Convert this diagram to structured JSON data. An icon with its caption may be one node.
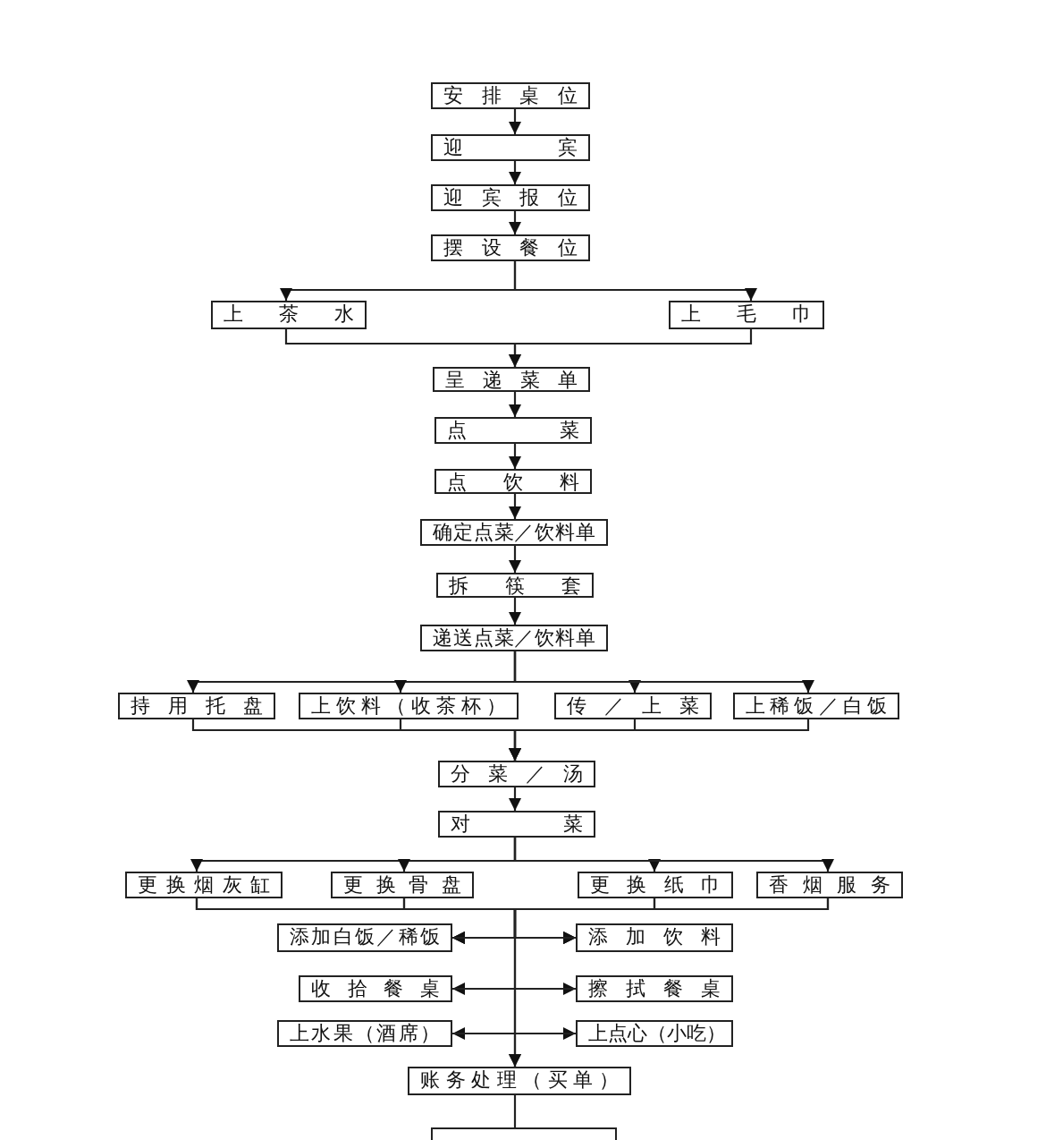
{
  "diagram": {
    "nodes": [
      {
        "text": [
          "安排桌位"
        ]
      },
      {
        "text": [
          "迎宾"
        ]
      },
      {
        "text": [
          "迎宾报位"
        ]
      },
      {
        "text": [
          "摆设餐位"
        ]
      },
      {
        "text": [
          "上茶水"
        ]
      },
      {
        "text": [
          "上毛巾"
        ]
      },
      {
        "text": [
          "呈递菜单"
        ]
      },
      {
        "text": [
          "点菜"
        ]
      },
      {
        "text": [
          "点饮料"
        ]
      },
      {
        "text": [
          "确定点菜／饮料单"
        ]
      },
      {
        "text": [
          "拆筷套"
        ]
      },
      {
        "text": [
          "递送点菜／饮料单"
        ]
      },
      {
        "text": [
          "持用托盘"
        ]
      },
      {
        "text": [
          "上饮料（收茶杯）"
        ]
      },
      {
        "text": [
          "传／上菜"
        ]
      },
      {
        "text": [
          "上稀饭／白饭"
        ]
      },
      {
        "text": [
          "分菜／汤"
        ]
      },
      {
        "text": [
          "对菜"
        ]
      },
      {
        "text": [
          "更换烟灰缸"
        ]
      },
      {
        "text": [
          "更换骨盘"
        ]
      },
      {
        "text": [
          "更换纸巾"
        ]
      },
      {
        "text": [
          "香烟服务"
        ]
      },
      {
        "text": [
          "添加白饭／稀饭"
        ]
      },
      {
        "text": [
          "添加饮料"
        ]
      },
      {
        "text": [
          "收拾餐桌"
        ]
      },
      {
        "text": [
          "擦拭餐桌"
        ]
      },
      {
        "text": [
          "上水果（酒席）"
        ]
      },
      {
        "text": [
          "上点心（小吃）"
        ]
      },
      {
        "text": [
          "账务处理（买单）"
        ]
      },
      {
        "text": [],
        "shape": "box"
      }
    ],
    "edges": [
      {
        "from": 0,
        "to": 1,
        "arrow": "to"
      },
      {
        "from": 1,
        "to": 2,
        "arrow": "to"
      },
      {
        "from": 2,
        "to": 3,
        "arrow": "to"
      },
      {
        "from": 3,
        "to": 4,
        "arrow": "to"
      },
      {
        "from": 3,
        "to": 5,
        "arrow": "to"
      },
      {
        "from": 4,
        "to": 6,
        "arrow": "to"
      },
      {
        "from": 5,
        "to": 6,
        "arrow": "to"
      },
      {
        "from": 6,
        "to": 7,
        "arrow": "to"
      },
      {
        "from": 7,
        "to": 8,
        "arrow": "to"
      },
      {
        "from": 8,
        "to": 9,
        "arrow": "to"
      },
      {
        "from": 9,
        "to": 10,
        "arrow": "to"
      },
      {
        "from": 10,
        "to": 11,
        "arrow": "to"
      },
      {
        "from": 11,
        "to": 12,
        "arrow": "to"
      },
      {
        "from": 11,
        "to": 13,
        "arrow": "to"
      },
      {
        "from": 11,
        "to": 14,
        "arrow": "to"
      },
      {
        "from": 11,
        "to": 15,
        "arrow": "to"
      },
      {
        "from": 12,
        "to": 16,
        "arrow": "to"
      },
      {
        "from": 13,
        "to": 16,
        "arrow": "to"
      },
      {
        "from": 14,
        "to": 16,
        "arrow": "to"
      },
      {
        "from": 15,
        "to": 16,
        "arrow": "to"
      },
      {
        "from": 16,
        "to": 17,
        "arrow": "to"
      },
      {
        "from": 17,
        "to": 18,
        "arrow": "to"
      },
      {
        "from": 17,
        "to": 19,
        "arrow": "to"
      },
      {
        "from": 17,
        "to": 20,
        "arrow": "to"
      },
      {
        "from": 17,
        "to": 21,
        "arrow": "to"
      },
      {
        "from": 18,
        "to": 22,
        "arrow": "to"
      },
      {
        "from": 19,
        "to": 22,
        "arrow": "to"
      },
      {
        "from": 20,
        "to": 22,
        "arrow": "to"
      },
      {
        "from": 21,
        "to": 22,
        "arrow": "to"
      },
      {
        "from": 18,
        "to": 23,
        "arrow": "to"
      },
      {
        "from": 19,
        "to": 23,
        "arrow": "to"
      },
      {
        "from": 20,
        "to": 23,
        "arrow": "to"
      },
      {
        "from": 21,
        "to": 23,
        "arrow": "to"
      },
      {
        "from": 22,
        "to": 24,
        "arrow": "to"
      },
      {
        "from": 23,
        "to": 25,
        "arrow": "to"
      },
      {
        "from": 24,
        "to": 26,
        "arrow": "to"
      },
      {
        "from": 25,
        "to": 27,
        "arrow": "to"
      },
      {
        "from": 26,
        "to": 28,
        "arrow": "to"
      },
      {
        "from": 27,
        "to": 28,
        "arrow": "to"
      },
      {
        "from": 28,
        "to": 29,
        "arrow": "none"
      }
    ]
  }
}
